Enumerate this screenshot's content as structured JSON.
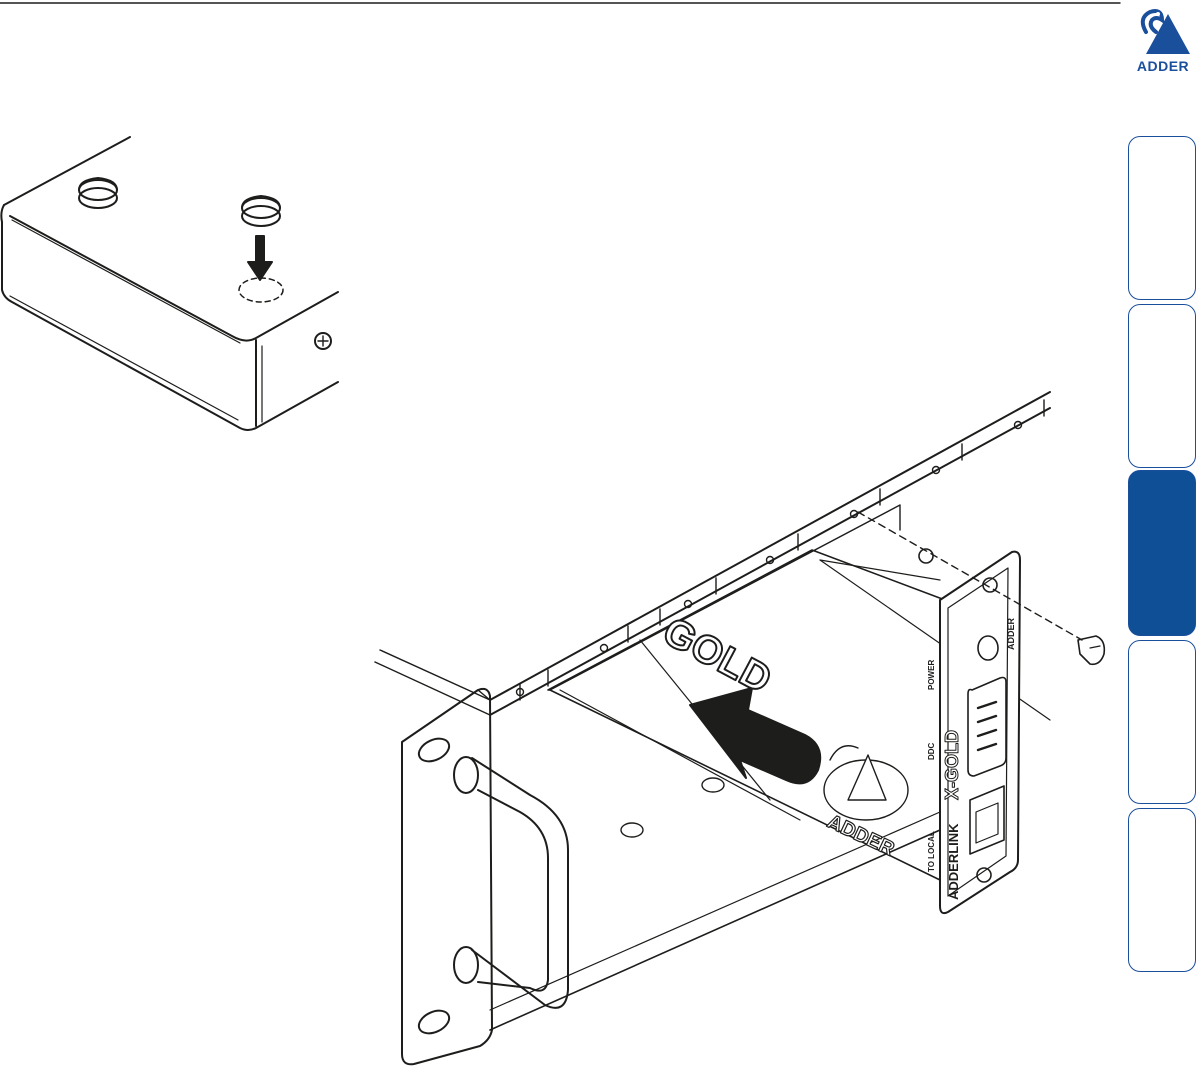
{
  "brand": {
    "name": "ADDER",
    "color": "#1a4f9c"
  },
  "tabs": [
    {
      "id": "tab-1",
      "active": false
    },
    {
      "id": "tab-2",
      "active": false
    },
    {
      "id": "tab-3",
      "active": true
    },
    {
      "id": "tab-4",
      "active": false
    },
    {
      "id": "tab-5",
      "active": false
    }
  ],
  "module": {
    "brand_label": "ADDERLINK",
    "model_label": "X-GOLD",
    "side_label": "GOLD",
    "logo_label": "ADDER",
    "port_labels": {
      "power": "POWER",
      "ddc": "DDC",
      "local": "TO LOCAL"
    },
    "corner_label": "ADDER"
  }
}
